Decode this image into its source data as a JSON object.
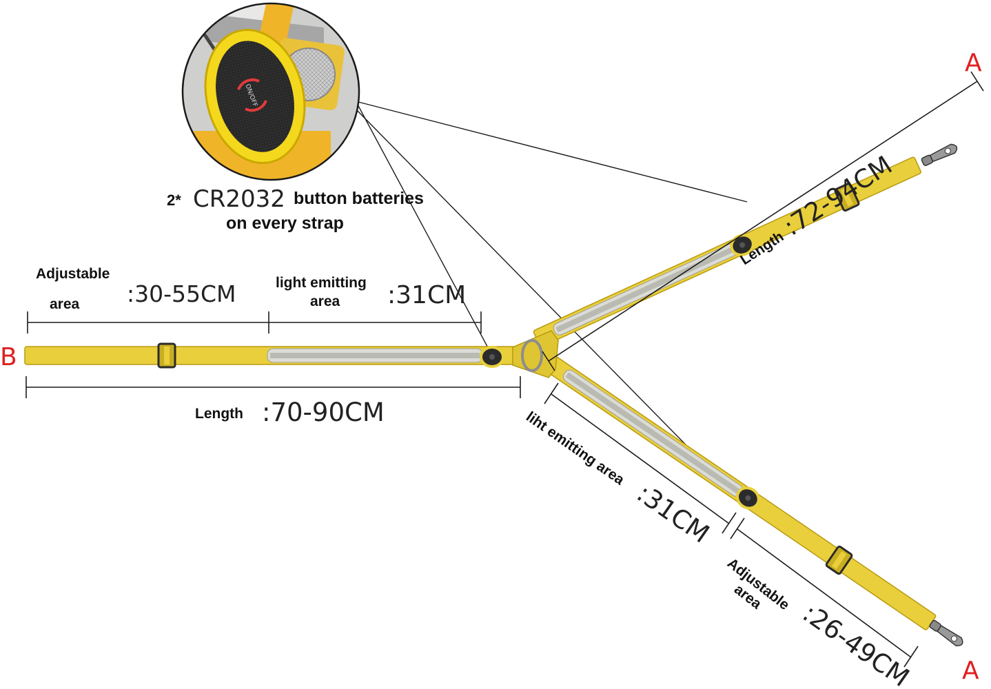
{
  "battery_note": {
    "line1_prefix": "2*",
    "line1_model": "CR2032",
    "line1_suffix": "button batteries",
    "line2": "on every strap",
    "switch_label": "ON/OFF"
  },
  "ends": {
    "b": "B",
    "a_top": "A",
    "a_bottom": "A"
  },
  "main_strap": {
    "adjustable_label_1": "Adjustable",
    "adjustable_label_2": "area",
    "adjustable_value": ":30-55CM",
    "light_label_1": "light emitting",
    "light_label_2": "area",
    "light_value": ":31CM",
    "length_label": "Length",
    "length_value": ":70-90CM"
  },
  "top_branch": {
    "length_label": "Length",
    "length_value": ":72-94CM"
  },
  "bottom_branch": {
    "light_label": "liht emitting area",
    "light_value": ":31CM",
    "adjustable_label_1": "Adjustable",
    "adjustable_label_2": "area",
    "adjustable_value": ":26-49CM"
  },
  "colors": {
    "strap_yellow": "#e9cf3b",
    "strap_edge": "#b89a10",
    "reflective_gray": "#b9bab2",
    "hardware_dark": "#2b2b2b",
    "end_label_red": "#e02020",
    "line_black": "#1a1a1a"
  }
}
